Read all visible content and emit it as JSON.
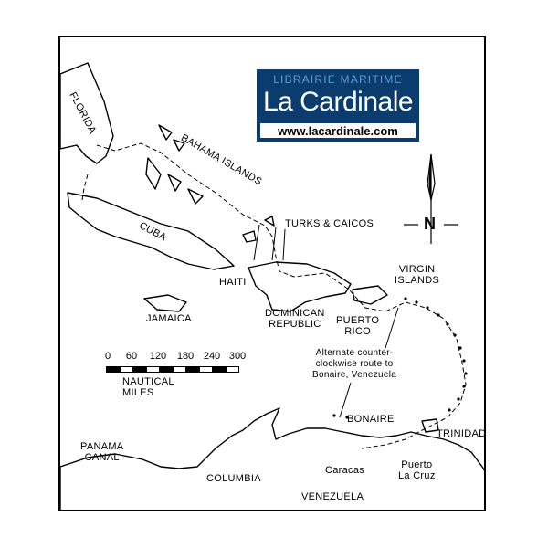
{
  "logo": {
    "tagline": "LIBRAIRIE MARITIME",
    "name": "La Cardinale",
    "url": "www.lacardinale.com"
  },
  "compass": {
    "label": "N"
  },
  "scale": {
    "ticks": [
      "0",
      "60",
      "120",
      "180",
      "240",
      "300"
    ],
    "unit_label": "NAUTICAL MILES"
  },
  "places": {
    "florida": "FLORIDA",
    "bahama_islands": "BAHAMA ISLANDS",
    "turks_caicos": "TURKS & CAICOS",
    "cuba": "CUBA",
    "haiti": "HAITI",
    "jamaica": "JAMAICA",
    "dominican_republic": "DOMINICAN\nREPUBLIC",
    "puerto_rico": "PUERTO\nRICO",
    "virgin_islands": "VIRGIN\nISLANDS",
    "bonaire": "BONAIRE",
    "trinidad": "TRINIDAD",
    "panama_canal": "PANAMA\nCANAL",
    "columbia": "COLUMBIA",
    "caracas": "Caracas",
    "puerto_la_cruz": "Puerto\nLa Cruz",
    "venezuela": "VENEZUELA"
  },
  "route_note": "Alternate counter-\nclockwise route to\nBonaire, Venezuela",
  "colors": {
    "logo_bg": "#0b3c6e",
    "logo_tagline": "#5a9bd4",
    "ink": "#000000"
  }
}
